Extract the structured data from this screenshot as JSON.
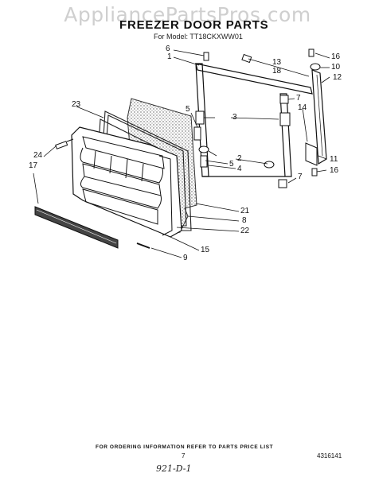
{
  "watermark": "AppliancePartsPros.com",
  "header": {
    "title": "FREEZER DOOR PARTS",
    "model": "For Model: TT18CKXWW01"
  },
  "callouts": {
    "c1": "1",
    "c2": "2",
    "c3": "3",
    "c4": "4",
    "c5a": "5",
    "c5b": "5",
    "c6": "6",
    "c7a": "7",
    "c7b": "7",
    "c8": "8",
    "c9": "9",
    "c10": "10",
    "c11": "11",
    "c12": "12",
    "c13": "13",
    "c14": "14",
    "c15": "15",
    "c16a": "16",
    "c16b": "16",
    "c17": "17",
    "c18": "18",
    "c21": "21",
    "c22": "22",
    "c23": "23",
    "c24": "24"
  },
  "footer": {
    "note": "FOR ORDERING INFORMATION REFER TO PARTS PRICE LIST",
    "page_number": "7",
    "part_code": "4316141",
    "handwriting": "921-D-1"
  }
}
